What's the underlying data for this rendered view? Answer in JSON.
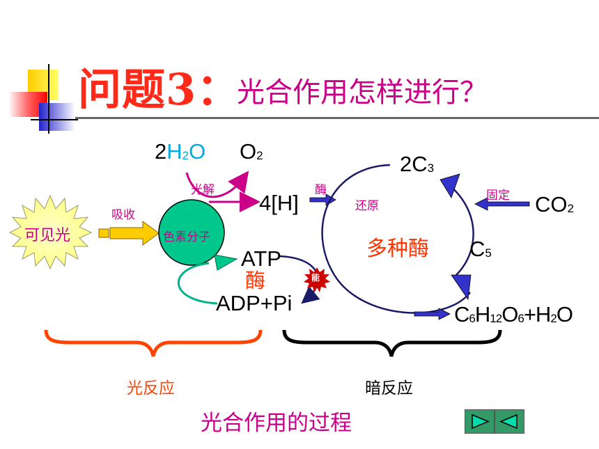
{
  "title": {
    "main": "问题3：",
    "sub": "光合作用怎样进行？"
  },
  "diagram": {
    "water_coef": "2",
    "water_h": "H",
    "water_sub": "2",
    "water_o": "O",
    "oxygen": "O",
    "oxygen_sub": "2",
    "photolysis": "光解",
    "hydrogen": "4[H]",
    "enzyme_small": "酶",
    "reduction": "还原",
    "c3_coef": "2C",
    "c3_sub": "3",
    "fixation": "固定",
    "co2": "CO",
    "co2_sub": "2",
    "absorb": "吸收",
    "visible_light": "可见光",
    "pigment": "色素分子",
    "atp": "ATP",
    "enzyme_red": "酶",
    "adp": "ADP+Pi",
    "energy": "能",
    "multi_enzyme": "多种酶",
    "c5": "C",
    "c5_sub": "5",
    "glucose": {
      "c": "C",
      "c_sub": "6",
      "h": "H",
      "h_sub": "12",
      "o": "O",
      "o_sub": "6",
      "rest": "+H",
      "rest_sub": "2",
      "end": "O"
    },
    "light_reaction": "光反应",
    "dark_reaction": "暗反应",
    "caption": "光合作用的过程"
  },
  "colors": {
    "title_red": "#ff2a1a",
    "magenta": "#cc0088",
    "cyan": "#00aadd",
    "blue_arrow": "#3333cc",
    "cycle_navy": "#1a1a66",
    "pigment_green": "#00c88c",
    "sun_yellow": "#ffffaa",
    "bracket_orange": "#ff4400",
    "nav_green": "#339966"
  },
  "nav": {
    "next_icon": "play-right-icon",
    "prev_icon": "play-left-icon"
  }
}
